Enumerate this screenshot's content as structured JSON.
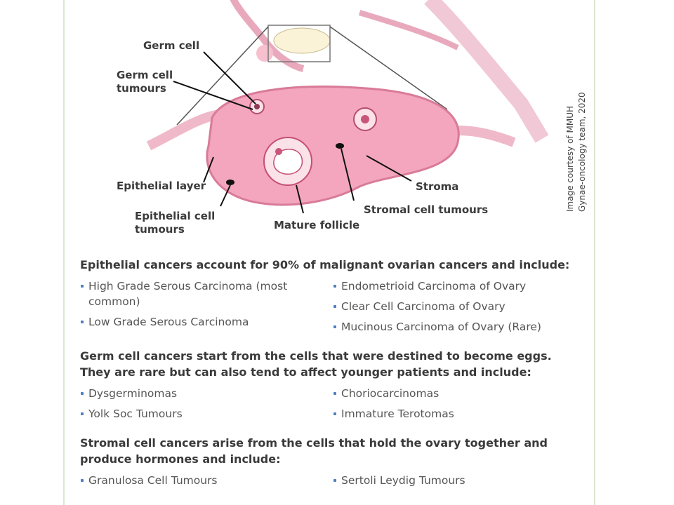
{
  "figure": {
    "labels": {
      "germ_cell": "Germ cell",
      "germ_cell_tumours": "Germ cell\ntumours",
      "epithelial_layer": "Epithelial layer",
      "epithelial_cell_tumours": "Epithelial cell\ntumours",
      "mature_follicle": "Mature follicle",
      "stroma": "Stroma",
      "stromal_cell_tumours": "Stromal cell tumours"
    },
    "credit_line1": "Image courtesy of MMUH",
    "credit_line2": "Gynae-oncology team, 2020"
  },
  "sections": [
    {
      "heading": "Epithelial cancers account for 90% of malignant ovarian cancers and include:",
      "left": [
        "High Grade Serous Carcinoma (most common)",
        "Low Grade Serous Carcinoma"
      ],
      "right": [
        "Endometrioid Carcinoma of Ovary",
        "Clear Cell Carcinoma of Ovary",
        "Mucinous Carcinoma of Ovary (Rare)"
      ]
    },
    {
      "heading": "Germ cell cancers start from the cells that were destined to become eggs. They are rare but can also tend to affect younger patients and include:",
      "left": [
        "Dysgerminomas",
        "Yolk Soc Tumours"
      ],
      "right": [
        "Choriocarcinomas",
        "Immature Terotomas"
      ]
    },
    {
      "heading": "Stromal cell cancers arise from the cells that hold the ovary together and produce hormones and include:",
      "left": [
        "Granulosa Cell Tumours"
      ],
      "right": [
        "Sertoli Leydig Tumours"
      ]
    }
  ],
  "colors": {
    "panel_border": "#d9e8cf",
    "ovary_fill": "#f3a6be",
    "ovary_stroke": "#d97b98",
    "bullet": "#4a7fc0"
  }
}
